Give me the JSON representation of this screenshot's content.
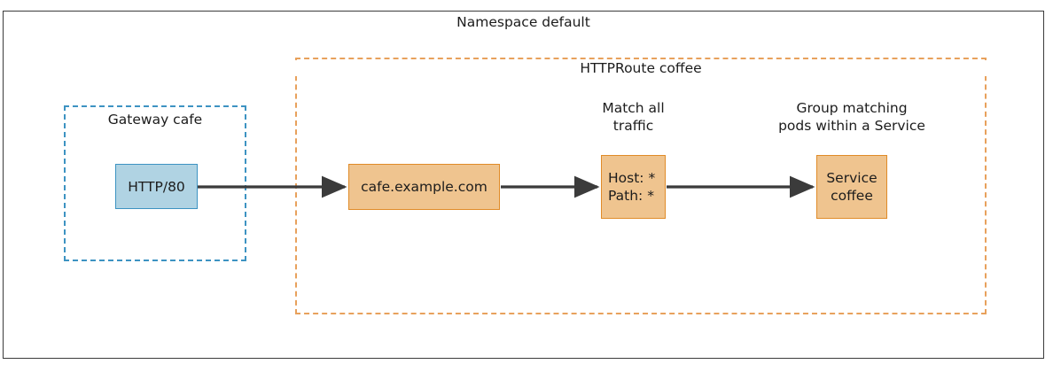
{
  "diagram": {
    "namespace": {
      "label": "Namespace default"
    },
    "httproute": {
      "label": "HTTPRoute coffee"
    },
    "gateway": {
      "label": "Gateway cafe"
    },
    "nodes": {
      "listener": {
        "label": "HTTP/80"
      },
      "hostname": {
        "label": "cafe.example.com"
      },
      "match": {
        "label": "Host: *\nPath: *"
      },
      "backend": {
        "label": "Service\ncoffee"
      }
    },
    "captions": {
      "match": "Match all\ntraffic",
      "backend": "Group matching\npods within a Service"
    },
    "colors": {
      "outer_border": "#3b3b3b",
      "gateway_border": "#3d93c2",
      "listener_fill": "#b0d3e3",
      "httproute_border": "#e8a15c",
      "node_fill": "#efc48f",
      "node_border": "#e08b28",
      "arrow": "#3b3b3b",
      "text": "#1c1c1c"
    }
  }
}
